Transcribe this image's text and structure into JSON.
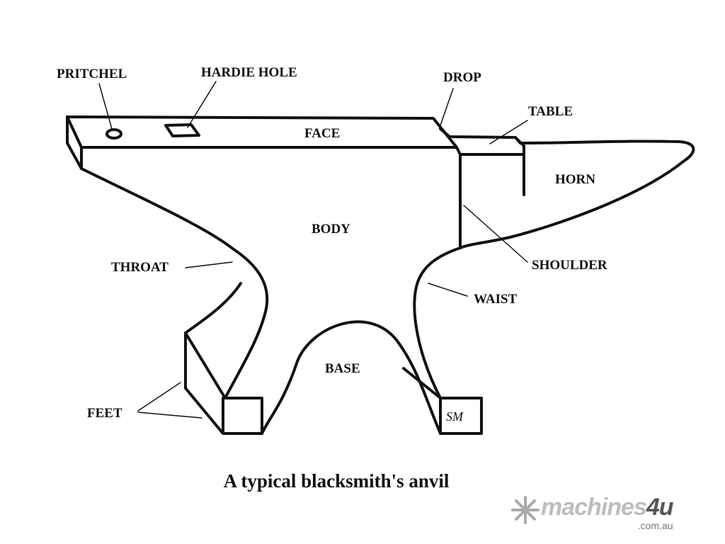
{
  "labels": {
    "pritchel": "PRITCHEL",
    "hardie_hole": "HARDIE HOLE",
    "drop": "DROP",
    "table": "TABLE",
    "face": "FACE",
    "horn": "HORN",
    "body": "BODY",
    "throat": "THROAT",
    "shoulder": "SHOULDER",
    "waist": "WAIST",
    "base": "BASE",
    "feet": "FEET"
  },
  "foot_mark": "SM",
  "caption": "A typical blacksmith's anvil",
  "watermark": {
    "brand": "machines",
    "brand_number": "4u",
    "domain": ".com.au"
  }
}
